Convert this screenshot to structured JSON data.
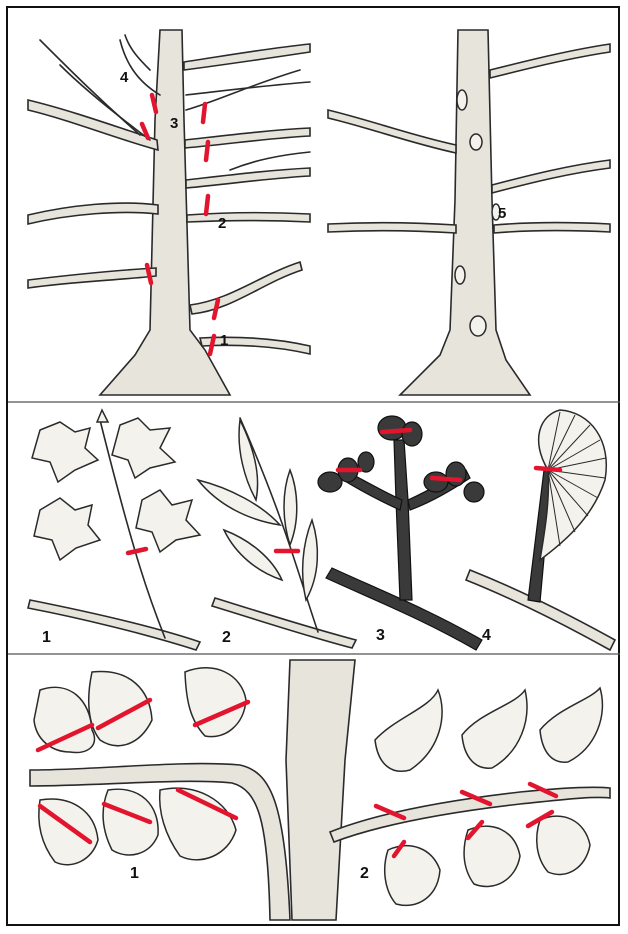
{
  "colors": {
    "cut_mark": "#e3142d",
    "ink": "#2a2a2a",
    "bark_fill": "#e7e4dc",
    "leaf_fill": "#f4f2ec",
    "dark_fill": "#3a3a3a",
    "frame": "#111111"
  },
  "panel_top": {
    "left_tree": {
      "labels": [
        "4",
        "3",
        "2",
        "1"
      ]
    },
    "right_tree": {
      "labels": [
        "5"
      ]
    }
  },
  "panel_middle": {
    "labels": [
      "1",
      "2",
      "3",
      "4"
    ]
  },
  "panel_bottom": {
    "labels": [
      "1",
      "2"
    ]
  }
}
